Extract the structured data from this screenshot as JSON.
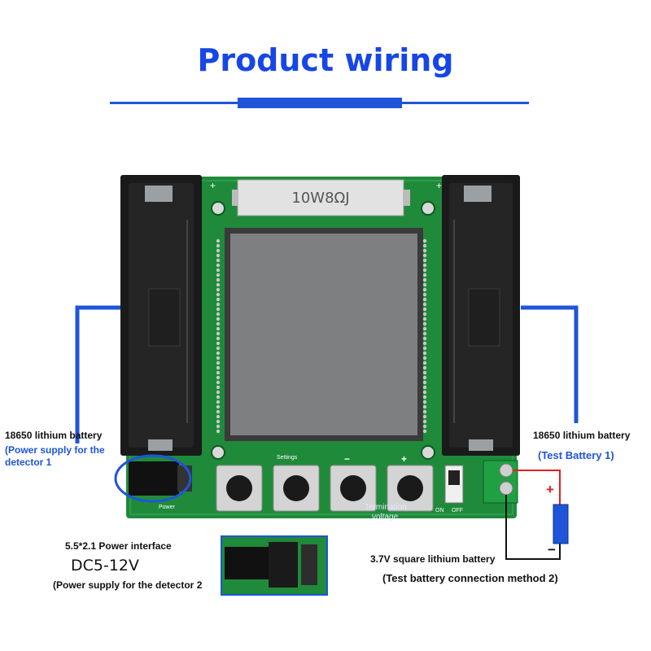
{
  "title": "Product wiring",
  "resistor_label": "10W8ΩJ",
  "left_battery": {
    "label": "18650 lithium battery",
    "sublabel_line1": "(Power supply for the",
    "sublabel_line2": "detector 1"
  },
  "right_battery": {
    "label": "18650 lithium battery",
    "sublabel": "(Test Battery 1)"
  },
  "power_interface": {
    "label": "5.5*2.1 Power interface",
    "voltage": "DC5-12V",
    "sublabel": "(Power supply for the detector 2"
  },
  "square_battery": {
    "label": "3.7V square lithium battery",
    "sublabel": "(Test battery connection method 2)"
  },
  "board_text": {
    "settings": "Settings",
    "termination_line1": "Termination",
    "termination_line2": "voltage",
    "power": "Power",
    "switch_on": "ON",
    "switch_off": "OFF",
    "plus": "+",
    "minus": "−"
  },
  "polarity": {
    "plus": "+",
    "minus": "−"
  },
  "colors": {
    "accent_blue": "#1f55d8",
    "pcb_green": "#1f8a3a",
    "lcd_gray": "#7d7f80",
    "wire_red": "#e02020"
  }
}
